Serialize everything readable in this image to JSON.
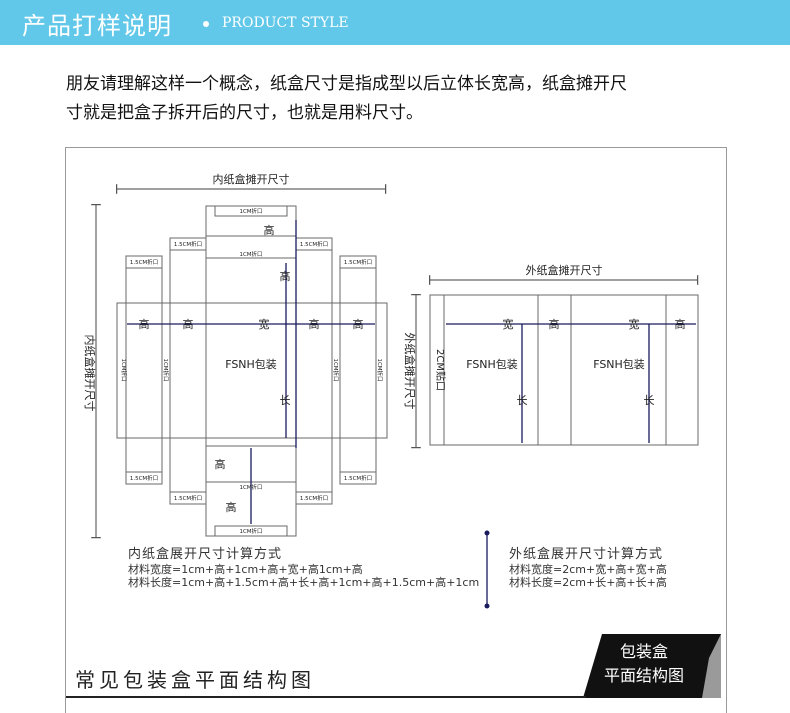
{
  "header": {
    "title": "产品打样说明",
    "subtitle": "PRODUCT STYLE"
  },
  "intro": {
    "line1": "朋友请理解这样一个概念，纸盒尺寸是指成型以后立体长宽高，纸盒摊开尺",
    "line2": "寸就是把盒子拆开后的尺寸，也就是用料尺寸。"
  },
  "diagram": {
    "inner": {
      "width_label": "内纸盒摊开尺寸",
      "length_label": "内纸盒摊开尺寸",
      "brand": "FSNH包装",
      "gao": "高",
      "kuan": "宽",
      "chang": "长",
      "tab_1cm": "1CM折口",
      "tab_15cm": "1.5CM折口"
    },
    "outer": {
      "width_label": "外纸盒摊开尺寸",
      "length_label": "外纸盒摊开尺寸",
      "glue_tab": "2CM贴口",
      "brand": "FSNH包装",
      "gao": "高",
      "kuan": "宽",
      "chang": "长"
    },
    "formulas": {
      "inner_title": "内纸盒展开尺寸计算方式",
      "inner_width": "材料宽度=1cm+高+1cm+高+宽+高1cm+高",
      "inner_length": "材料长度=1cm+高+1.5cm+高+长+高+1cm+高+1.5cm+高+1cm",
      "outer_title": "外纸盒展开尺寸计算方式",
      "outer_width": "材料宽度=2cm+宽+高+宽+高",
      "outer_length": "材料长度=2cm+长+高+长+高"
    },
    "caption": "常见包装盒平面结构图",
    "badge_line1": "包装盒",
    "badge_line2": "平面结构图"
  },
  "colors": {
    "banner": "#62c8ea",
    "dim_line": "#1a1a5e",
    "outline": "#6a6a6a"
  }
}
